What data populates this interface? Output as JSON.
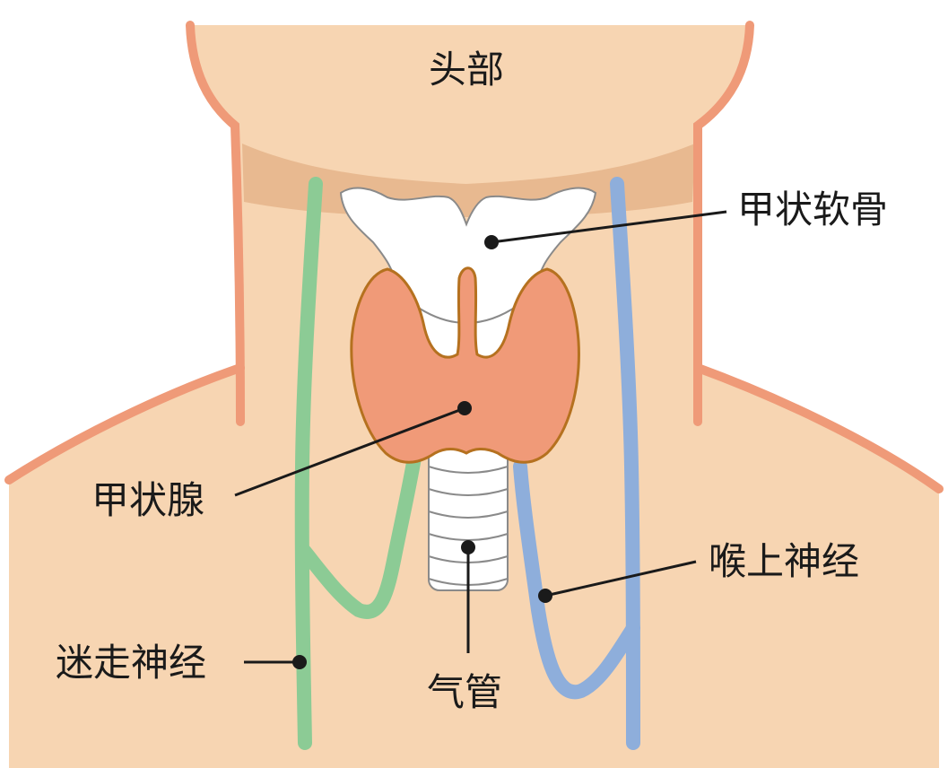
{
  "labels": {
    "head": "头部",
    "thyroid_cartilage": "甲状软骨",
    "thyroid_gland": "甲状腺",
    "superior_laryngeal_nerve": "喉上神经",
    "vagus_nerve": "迷走神经",
    "trachea": "气管"
  },
  "colors": {
    "skin": "#f7d5b2",
    "skin_outline": "#ef9a78",
    "chin_shadow": "#e8b990",
    "thyroid_fill": "#f09a78",
    "thyroid_outline": "#b5711f",
    "cartilage_fill": "#ffffff",
    "cartilage_outline": "#8a8a8a",
    "vagus_nerve": "#8ccb95",
    "laryngeal_nerve": "#8eaedb",
    "leader_line": "#1a1a1a"
  }
}
